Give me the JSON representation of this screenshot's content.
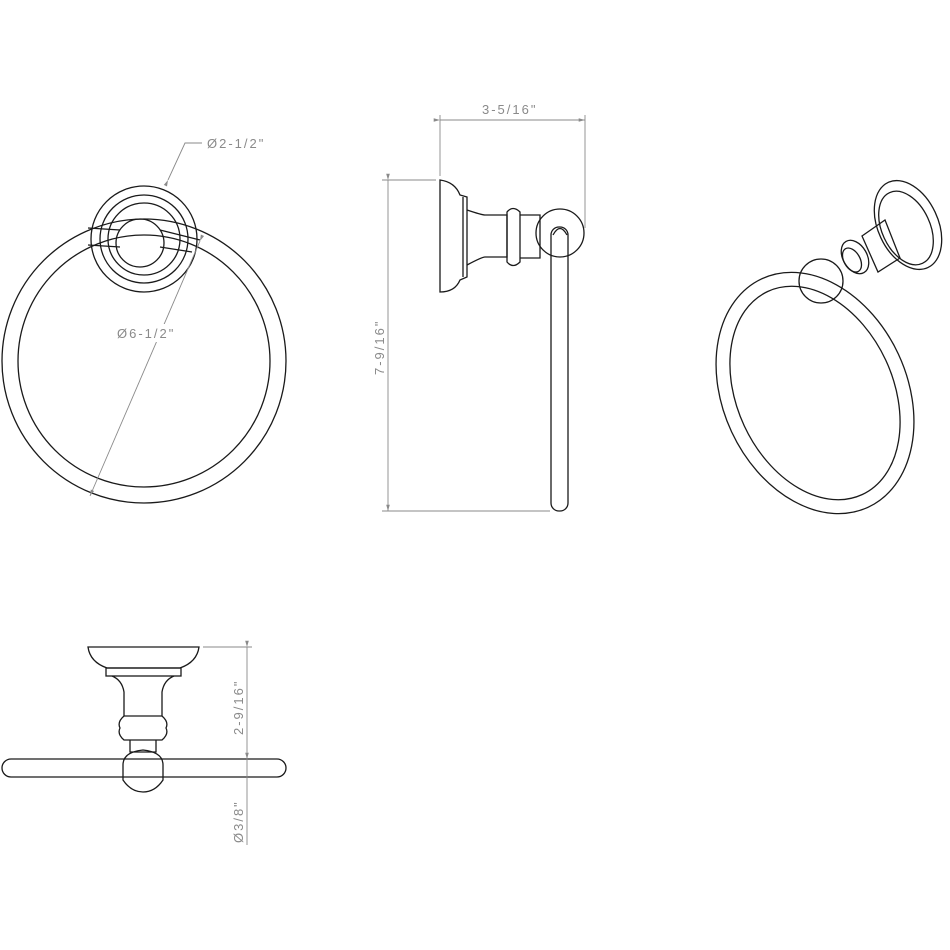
{
  "drawing": {
    "subject": "towel ring",
    "views": [
      "front",
      "side",
      "isometric",
      "top"
    ],
    "dimensions": {
      "base_diameter": "Ø2-1/2\"",
      "ring_diameter": "Ø6-1/2\"",
      "projection": "3-5/16\"",
      "overall_height": "7-9/16\"",
      "top_projection": "2-9/16\"",
      "rod_diameter": "Ø3/8\""
    },
    "colors": {
      "line": "#1a1a1a",
      "dimension": "#8a8a8a",
      "background": "#ffffff"
    }
  }
}
